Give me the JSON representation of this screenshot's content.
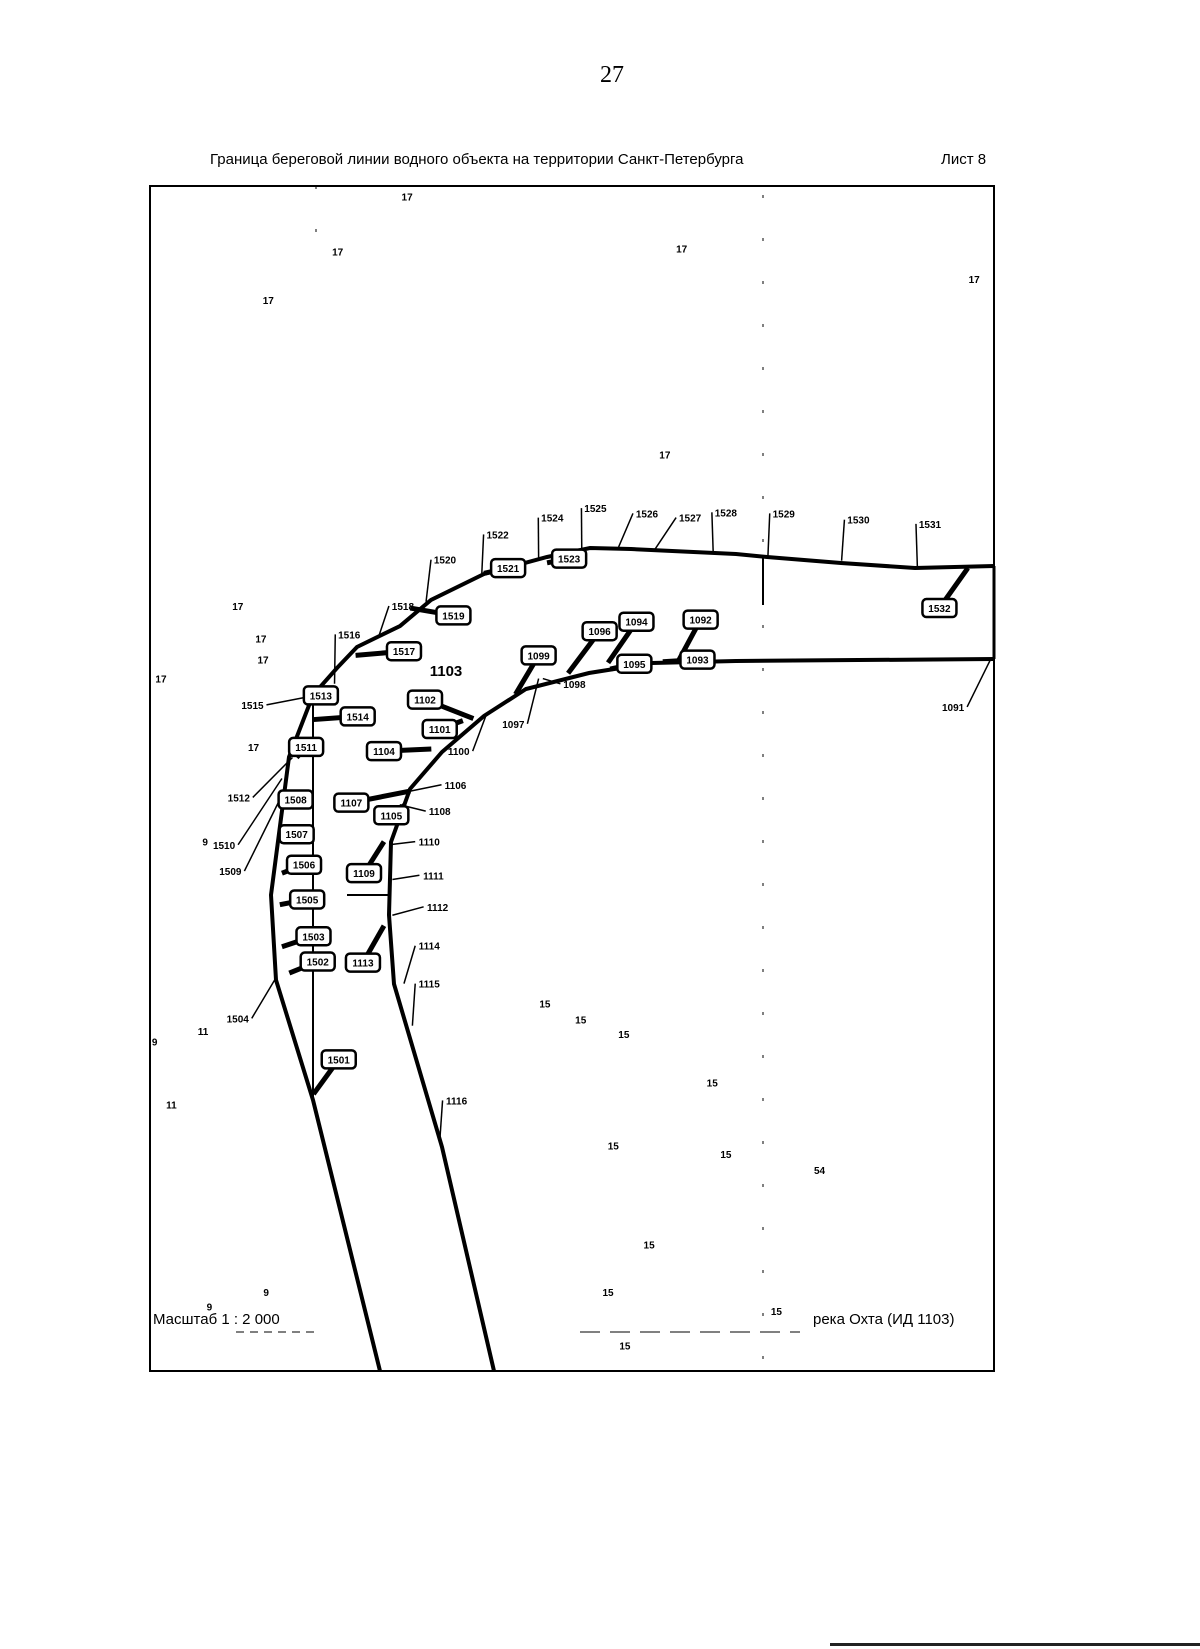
{
  "page_number": "27",
  "title": "Граница береговой линии водного объекта на территории Санкт-Петербурга",
  "sheet": "Лист 8",
  "scale": "Масштаб 1 : 2 000",
  "river": "река Охта (ИД 1103)",
  "object_id": "1103",
  "boxed_points": [
    "1513",
    "1514",
    "1511",
    "1508",
    "1507",
    "1506",
    "1505",
    "1503",
    "1502",
    "1501",
    "1517",
    "1519",
    "1521",
    "1523",
    "1102",
    "1101",
    "1104",
    "1107",
    "1105",
    "1109",
    "1113",
    "1099",
    "1096",
    "1094",
    "1092",
    "1093",
    "1095",
    "1532"
  ],
  "point_labels": [
    "1515",
    "1516",
    "1518",
    "1520",
    "1522",
    "1524",
    "1525",
    "1526",
    "1527",
    "1528",
    "1529",
    "1530",
    "1531",
    "1091",
    "1100",
    "1097",
    "1098",
    "1106",
    "1108",
    "1110",
    "1111",
    "1112",
    "1114",
    "1115",
    "1116",
    "1512",
    "1510",
    "1509",
    "1504"
  ],
  "zone_labels": [
    "17",
    "17",
    "17",
    "17",
    "17",
    "17",
    "17",
    "17",
    "17",
    "17",
    "17",
    "9",
    "9",
    "9",
    "9",
    "11",
    "11",
    "15",
    "15",
    "15",
    "15",
    "15",
    "15",
    "15",
    "15",
    "15",
    "15",
    "54"
  ]
}
